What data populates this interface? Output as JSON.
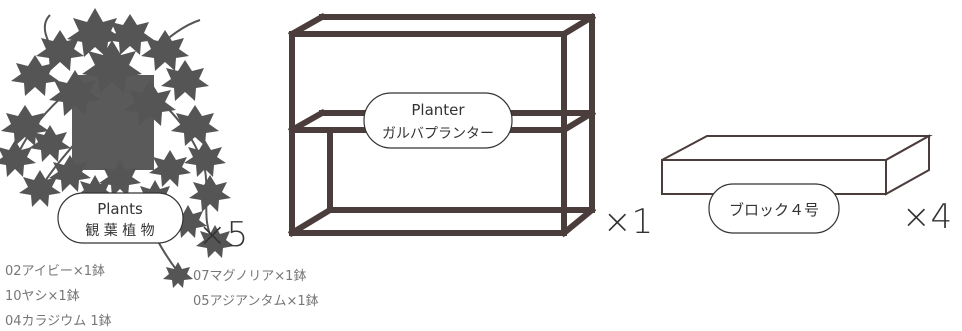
{
  "plants": {
    "label_en": "Plants",
    "label_jp": "観 葉 植 物",
    "multiplier": "×5",
    "list_left": [
      "02アイビー×1鉢",
      "10ヤシ×1鉢",
      "04カラジウム 1鉢"
    ],
    "list_right": [
      "07マグノリア×1鉢",
      "05アジアンタム×1鉢"
    ]
  },
  "planter": {
    "label_en": "Planter",
    "label_jp": "ガルバプランター",
    "multiplier": "×1"
  },
  "block": {
    "label": "ブロック４号",
    "multiplier": "×4"
  },
  "colors": {
    "frame": "#4a3d3b",
    "leaf": "#555555",
    "text": "#333333",
    "muted": "#777777"
  },
  "icons": [
    "plant-illustration",
    "planter-frame",
    "block-slab"
  ]
}
